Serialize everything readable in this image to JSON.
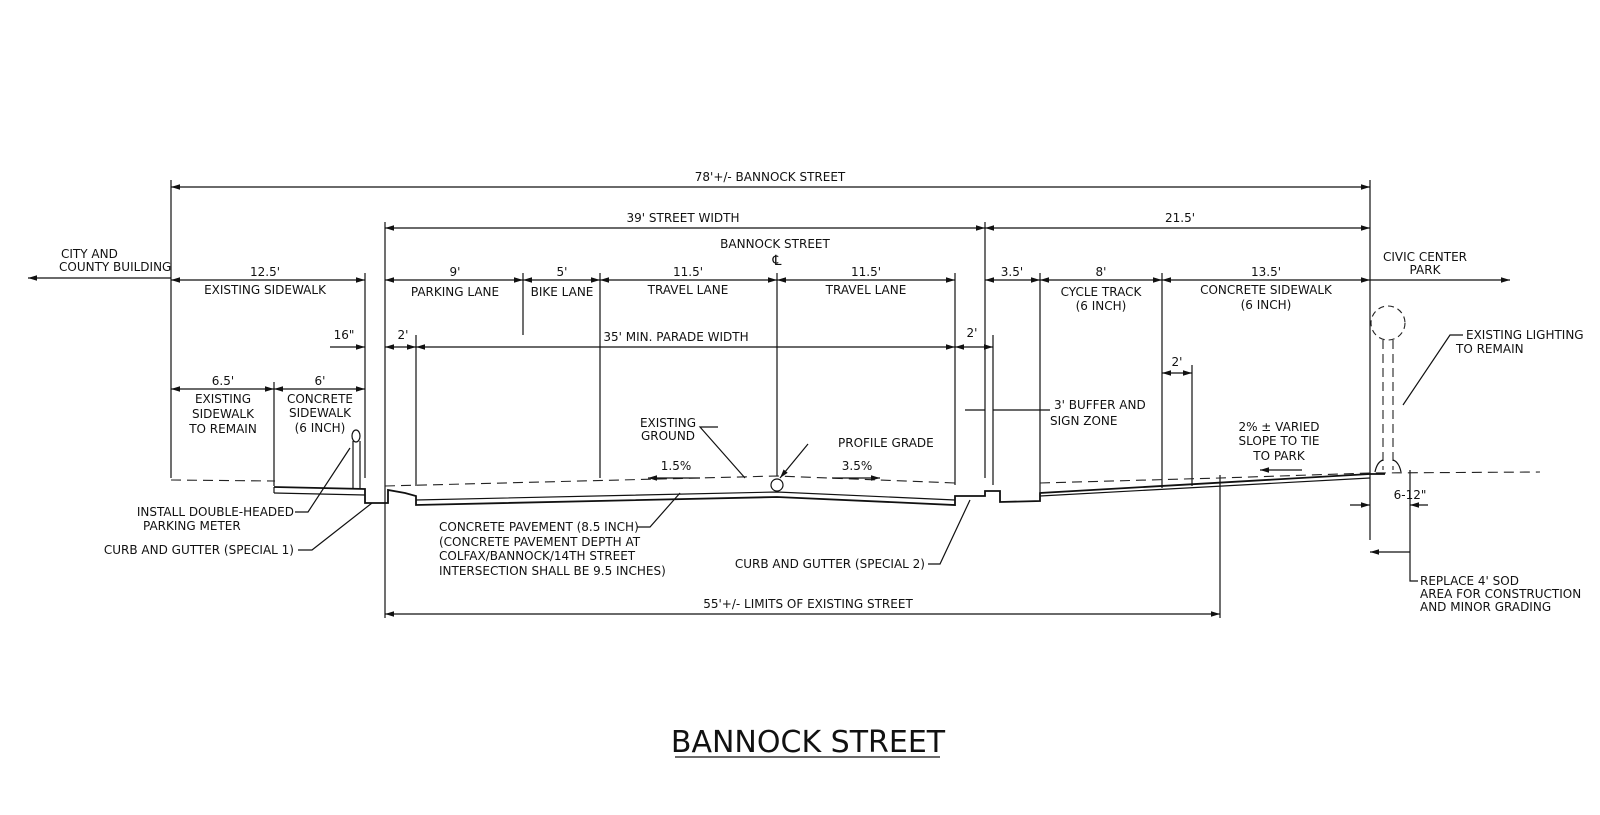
{
  "title": "BANNOCK STREET",
  "dimensions": {
    "overall": "78'+/- BANNOCK STREET",
    "street_width": "39' STREET WIDTH",
    "right_side": "21.5'",
    "existing_sidewalk_dim": "12.5'",
    "existing_sidewalk_label": "EXISTING SIDEWALK",
    "parking_dim": "9'",
    "parking_label": "PARKING LANE",
    "bike_dim": "5'",
    "bike_label": "BIKE LANE",
    "travel1_dim": "11.5'",
    "travel1_label": "TRAVEL LANE",
    "travel2_dim": "11.5'",
    "travel2_label": "TRAVEL LANE",
    "buffer_dim": "3.5'",
    "cycle_dim": "8'",
    "cycle_label1": "CYCLE TRACK",
    "cycle_label2": "(6 INCH)",
    "conc_sw_dim": "13.5'",
    "conc_sw_label1": "CONCRETE SIDEWALK",
    "conc_sw_label2": "(6 INCH)",
    "curb_left": "16\"",
    "gutter_left": "2'",
    "parade": "35' MIN. PARADE WIDTH",
    "gutter_right": "2'",
    "sw_remain_dim": "6.5'",
    "sw_remain_l1": "EXISTING",
    "sw_remain_l2": "SIDEWALK",
    "sw_remain_l3": "TO REMAIN",
    "conc_new_dim": "6'",
    "conc_new_l1": "CONCRETE",
    "conc_new_l2": "SIDEWALK",
    "conc_new_l3": "(6 INCH)",
    "two_ft": "2'",
    "limits": "55'+/- LIMITS OF EXISTING STREET",
    "sod_width": "6-12\""
  },
  "labels": {
    "city_l1": "CITY AND",
    "city_l2": "COUNTY BUILDING",
    "civic_l1": "CIVIC CENTER",
    "civic_l2": "PARK",
    "street_name": "BANNOCK STREET",
    "centerline": "℄",
    "lighting_l1": "EXISTING LIGHTING",
    "lighting_l2": "TO REMAIN",
    "buffer_l1": "3' BUFFER AND",
    "buffer_l2": "SIGN ZONE",
    "existing_ground_l1": "EXISTING",
    "existing_ground_l2": "GROUND",
    "profile_grade": "PROFILE GRADE",
    "slope_left": "1.5%",
    "slope_right": "3.5%",
    "varied_l1": "2% ± VARIED",
    "varied_l2": "SLOPE TO TIE",
    "varied_l3": "TO PARK",
    "meter_l1": "INSTALL DOUBLE-HEADED",
    "meter_l2": "PARKING METER",
    "curb1": "CURB AND GUTTER (SPECIAL 1)",
    "pave_l1": "CONCRETE PAVEMENT (8.5 INCH)",
    "pave_l2": "(CONCRETE PAVEMENT DEPTH AT",
    "pave_l3": "COLFAX/BANNOCK/14TH STREET",
    "pave_l4": "INTERSECTION SHALL BE 9.5 INCHES)",
    "curb2": "CURB AND GUTTER (SPECIAL 2)",
    "sod_l1": "REPLACE 4' SOD",
    "sod_l2": "AREA FOR CONSTRUCTION",
    "sod_l3": "AND MINOR GRADING"
  }
}
